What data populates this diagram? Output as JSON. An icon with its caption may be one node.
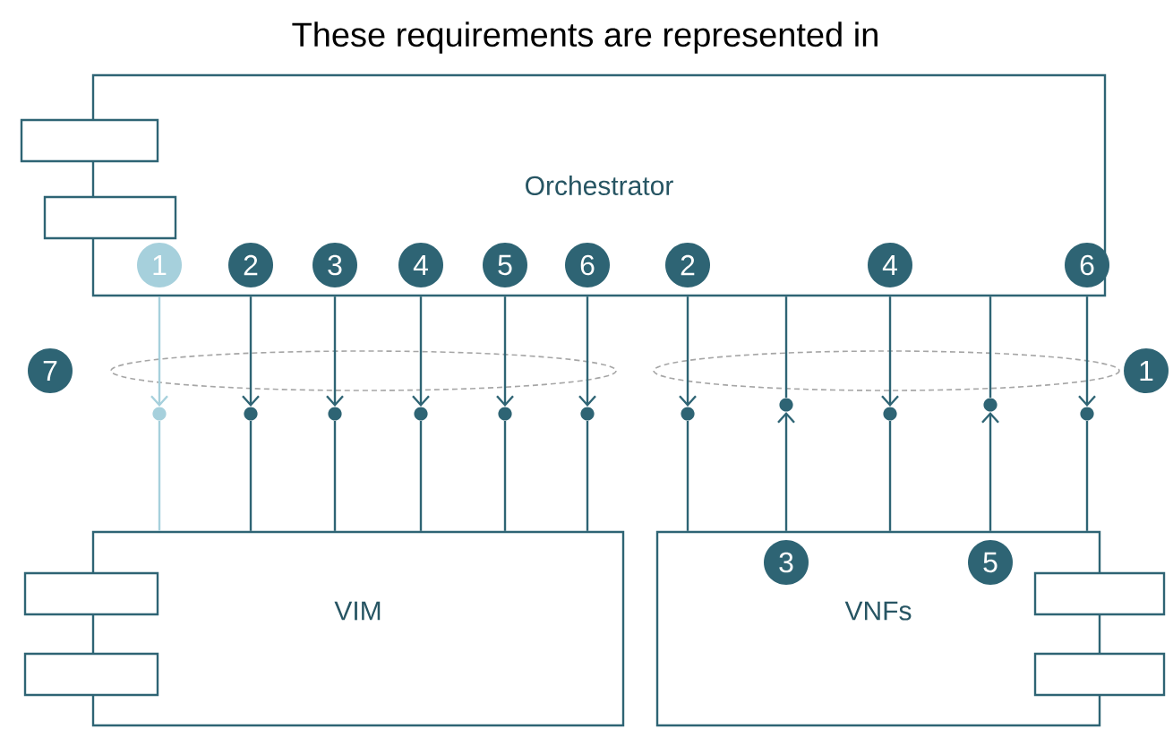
{
  "diagram": {
    "title": "These requirements are represented in",
    "nodes": [
      {
        "text": [
          "Orchestrator"
        ]
      },
      {
        "text": [
          "VIM"
        ]
      },
      {
        "text": [
          "VNFs"
        ]
      },
      {
        "text": [],
        "shape": "circle"
      },
      {
        "text": [],
        "shape": "circle"
      },
      {
        "text": [],
        "shape": "circle"
      },
      {
        "text": [],
        "shape": "circle"
      },
      {
        "text": [],
        "shape": "circle"
      },
      {
        "text": [],
        "shape": "circle"
      },
      {
        "text": [],
        "shape": "circle"
      },
      {
        "text": [],
        "shape": "circle"
      },
      {
        "text": [],
        "shape": "circle"
      },
      {
        "text": [],
        "shape": "circle"
      },
      {
        "text": [],
        "shape": "circle"
      }
    ],
    "edges": [
      {
        "from": 0,
        "to": 3,
        "arrow": "to",
        "label": "1",
        "color": "#a6d0dc"
      },
      {
        "from": 3,
        "to": 1,
        "arrow": "none",
        "color": "#a6d0dc"
      },
      {
        "from": 0,
        "to": 4,
        "arrow": "to",
        "label": "2"
      },
      {
        "from": 4,
        "to": 1,
        "arrow": "none"
      },
      {
        "from": 0,
        "to": 5,
        "arrow": "to",
        "label": "3"
      },
      {
        "from": 5,
        "to": 1,
        "arrow": "none"
      },
      {
        "from": 0,
        "to": 6,
        "arrow": "to",
        "label": "4"
      },
      {
        "from": 6,
        "to": 1,
        "arrow": "none"
      },
      {
        "from": 0,
        "to": 7,
        "arrow": "to",
        "label": "5"
      },
      {
        "from": 7,
        "to": 1,
        "arrow": "none"
      },
      {
        "from": 0,
        "to": 8,
        "arrow": "to",
        "label": "6"
      },
      {
        "from": 8,
        "to": 1,
        "arrow": "none"
      },
      {
        "from": 0,
        "to": 9,
        "arrow": "to",
        "label": "2"
      },
      {
        "from": 9,
        "to": 2,
        "arrow": "none"
      },
      {
        "from": 2,
        "to": 10,
        "arrow": "to",
        "label": "3"
      },
      {
        "from": 10,
        "to": 0,
        "arrow": "none"
      },
      {
        "from": 0,
        "to": 11,
        "arrow": "to",
        "label": "4"
      },
      {
        "from": 11,
        "to": 2,
        "arrow": "none"
      },
      {
        "from": 2,
        "to": 12,
        "arrow": "to",
        "label": "5"
      },
      {
        "from": 12,
        "to": 0,
        "arrow": "none"
      },
      {
        "from": 0,
        "to": 13,
        "arrow": "to",
        "label": "6"
      },
      {
        "from": 13,
        "to": 2,
        "arrow": "none"
      }
    ],
    "labels": [
      "7",
      "1"
    ]
  }
}
